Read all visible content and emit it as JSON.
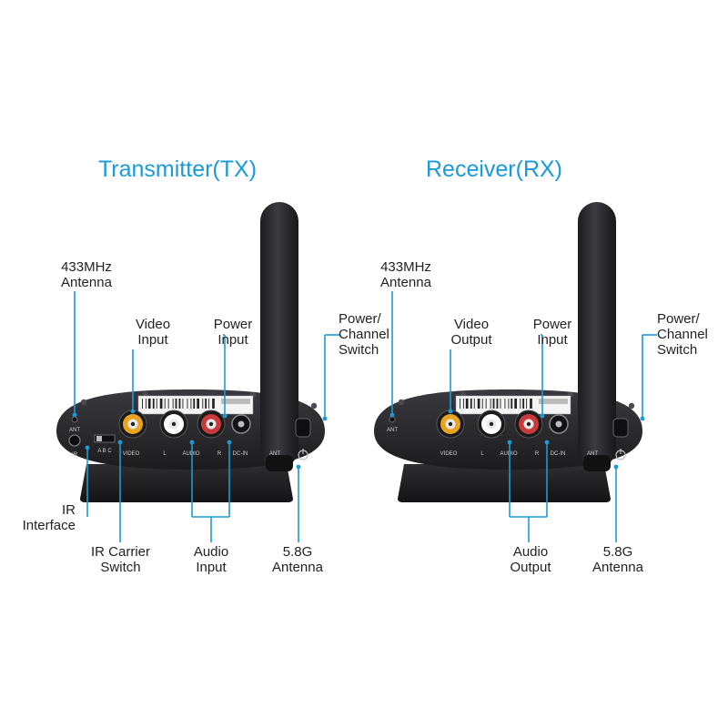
{
  "colors": {
    "title": "#1a9ad6",
    "leader": "#1a9ad6",
    "device": "#2a2a2d",
    "rca_yellow": "#e8a31f",
    "rca_white": "#ffffff",
    "rca_red": "#c93a3a"
  },
  "transmitter": {
    "title": "Transmitter(TX)",
    "labels": {
      "antenna433": [
        "433MHz",
        "Antenna"
      ],
      "video": [
        "Video",
        "Input"
      ],
      "power": [
        "Power",
        "Input"
      ],
      "switch": [
        "Power/",
        "Channel",
        "Switch"
      ],
      "ir": [
        "IR",
        "Interface"
      ],
      "ir_carrier": [
        "IR Carrier",
        "Switch"
      ],
      "audio": [
        "Audio",
        "Input"
      ],
      "antenna58": [
        "5.8G",
        "Antenna"
      ]
    },
    "panel": {
      "ant": "ANT",
      "ir": "IR",
      "video": "VIDEO",
      "audio": "AUDIO",
      "l": "L",
      "r": "R",
      "dcin": "DC-IN",
      "ant2": "ANT",
      "abc": "A  B  C"
    }
  },
  "receiver": {
    "title": "Receiver(RX)",
    "labels": {
      "antenna433": [
        "433MHz",
        "Antenna"
      ],
      "video": [
        "Video",
        "Output"
      ],
      "power": [
        "Power",
        "Input"
      ],
      "switch": [
        "Power/",
        "Channel",
        "Switch"
      ],
      "audio": [
        "Audio",
        "Output"
      ],
      "antenna58": [
        "5.8G",
        "Antenna"
      ]
    },
    "panel": {
      "ant": "ANT",
      "video": "VIDEO",
      "audio": "AUDIO",
      "l": "L",
      "r": "R",
      "dcin": "DC-IN",
      "ant2": "ANT"
    }
  }
}
